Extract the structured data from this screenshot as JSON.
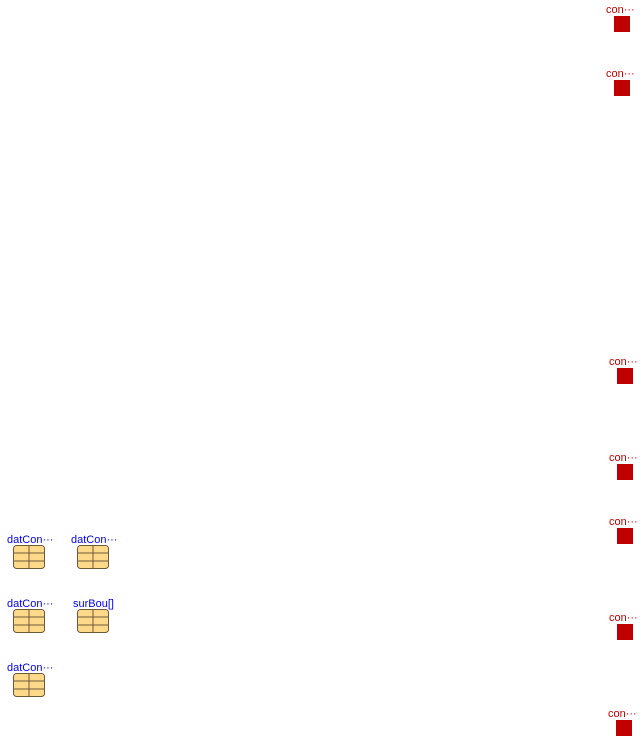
{
  "connectors": [
    {
      "label": "con···"
    },
    {
      "label": "con···"
    },
    {
      "label": "con···"
    },
    {
      "label": "con···"
    },
    {
      "label": "con···"
    },
    {
      "label": "con···"
    },
    {
      "label": "con···"
    }
  ],
  "tables": [
    {
      "label": "datCon···",
      "icon": "table-icon"
    },
    {
      "label": "datCon···",
      "icon": "table-icon"
    },
    {
      "label": "datCon···",
      "icon": "table-icon"
    },
    {
      "label": "surBou[]",
      "icon": "table-icon"
    },
    {
      "label": "datCon···",
      "icon": "table-icon"
    }
  ],
  "colors": {
    "connector": "#c00000",
    "table_label": "#0000ee",
    "table_fill": "#ffd98a",
    "table_stroke": "#6b5a3a"
  }
}
